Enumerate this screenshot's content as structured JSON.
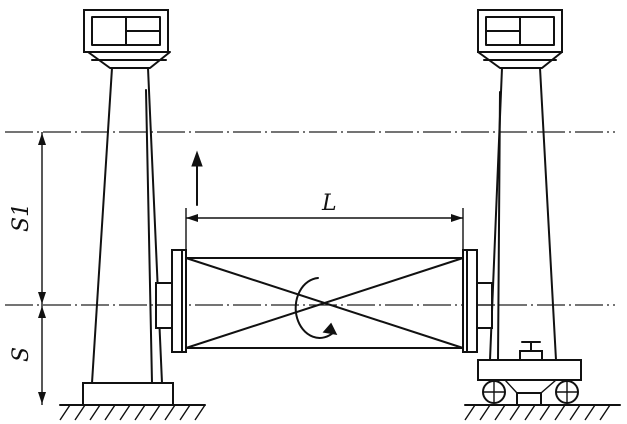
{
  "labels": {
    "s1": "S1",
    "s": "S",
    "l": "L"
  },
  "colors": {
    "ink": "#111111",
    "background": "#ffffff"
  }
}
